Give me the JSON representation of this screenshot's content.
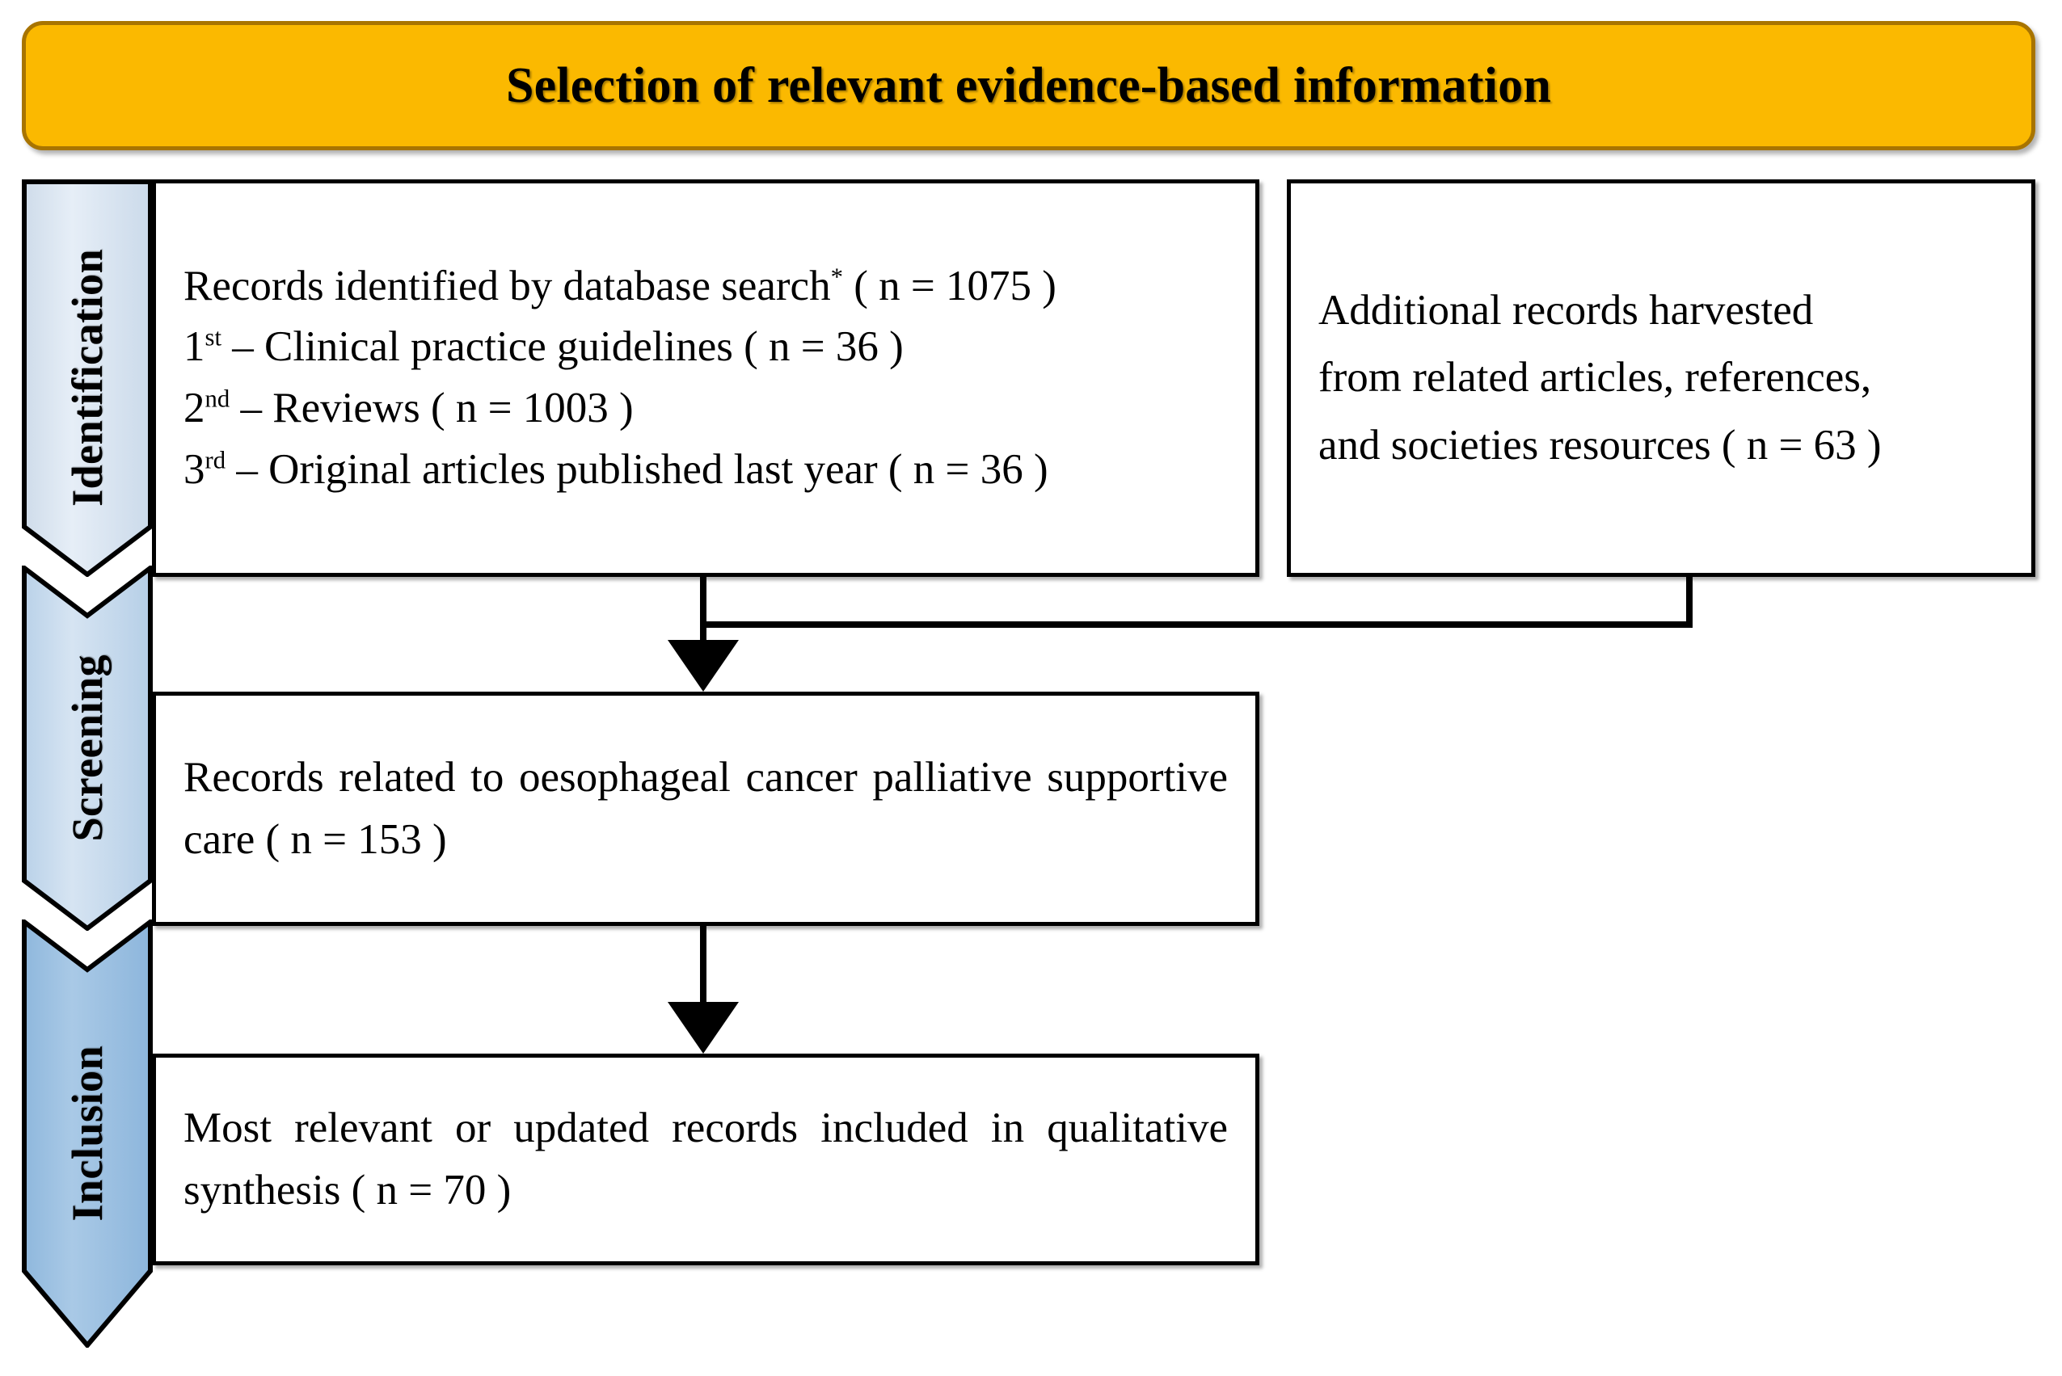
{
  "title": {
    "text": "Selection of relevant evidence-based information",
    "background_color": "#fbb900",
    "border_color": "#a87400"
  },
  "stages": [
    {
      "id": "identification",
      "label": "Identification",
      "fill_light": "#e3ecf6",
      "fill_dark": "#c9dbee"
    },
    {
      "id": "screening",
      "label": "Screening",
      "fill_light": "#d2e2f2",
      "fill_dark": "#b3cfe8"
    },
    {
      "id": "inclusion",
      "label": "Inclusion",
      "fill_light": "#a9c9e6",
      "fill_dark": "#8bb7dc"
    }
  ],
  "boxes": {
    "identification_left": {
      "lines": [
        {
          "pre": "Records identified by database search",
          "sup": "*",
          "post": " ( n = 1075 )"
        },
        {
          "pre": "1",
          "sup": "st",
          "post": " – Clinical practice guidelines ( n = 36 )"
        },
        {
          "pre": "2",
          "sup": "nd",
          "post": " – Reviews ( n = 1003 )"
        },
        {
          "pre": "3",
          "sup": "rd",
          "post": " – Original articles published last year ( n = 36 )"
        }
      ]
    },
    "identification_right": {
      "lines": [
        "Additional records harvested",
        "from related articles, references,",
        "and societies resources ( n =  63 )"
      ]
    },
    "screening": {
      "text": "Records related to oesophageal cancer palliative supportive care ( n = 153 )"
    },
    "inclusion": {
      "text": "Most relevant or updated records included in qualitative synthesis ( n = 70 )"
    }
  },
  "counts": {
    "database_search": 1075,
    "clinical_practice_guidelines": 36,
    "reviews": 1003,
    "original_articles_last_year": 36,
    "additional_records_harvested": 63,
    "records_related_to_topic": 153,
    "included_in_qualitative_synthesis": 70
  }
}
